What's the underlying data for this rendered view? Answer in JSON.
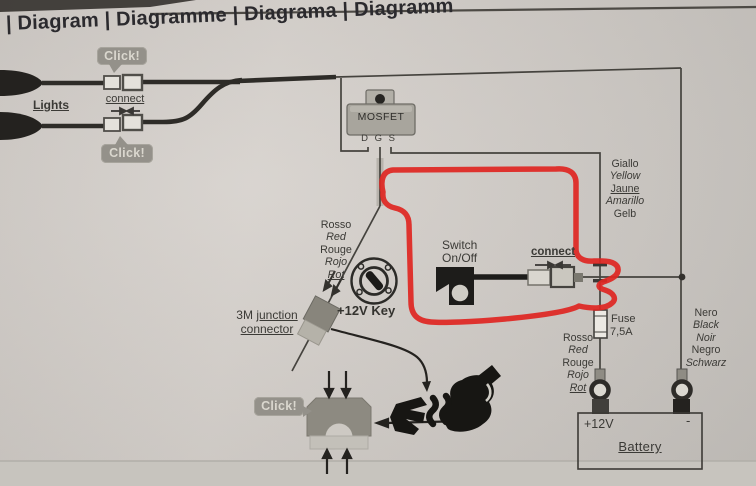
{
  "header": {
    "title": "| Diagram | Diagramme | Diagrama | Diagramm"
  },
  "badge": {
    "label": "Click!"
  },
  "lights": {
    "label": "Lights",
    "connect": "connect"
  },
  "mosfet": {
    "label": "MOSFET",
    "pins": "D G S"
  },
  "wire_labels": {
    "yellow": [
      "Giallo",
      "Yellow",
      "Jaune",
      "Amarillo",
      "Gelb"
    ],
    "red_key": [
      "Rosso",
      "Red",
      "Rouge",
      "Rojo",
      "Rot"
    ],
    "red_battery": [
      "Rosso",
      "Red",
      "Rouge",
      "Rojo",
      "Rot"
    ],
    "black_battery": [
      "Nero",
      "Black",
      "Noir",
      "Negro",
      "Schwarz"
    ]
  },
  "ignition": {
    "label": "+12V Key"
  },
  "junction": {
    "prefix": "3M",
    "word": "junction",
    "line2": "connector"
  },
  "switch": {
    "line1": "Switch",
    "line2": "On/Off",
    "connect": "connect"
  },
  "fuse": {
    "line1": "Fuse",
    "line2": "7,5A"
  },
  "battery": {
    "positive": "+12V",
    "negative": "-",
    "label": "Battery"
  },
  "colors": {
    "annotation_red": "#df2722",
    "wire": "#45433e",
    "paper": "#d0cbc6"
  }
}
